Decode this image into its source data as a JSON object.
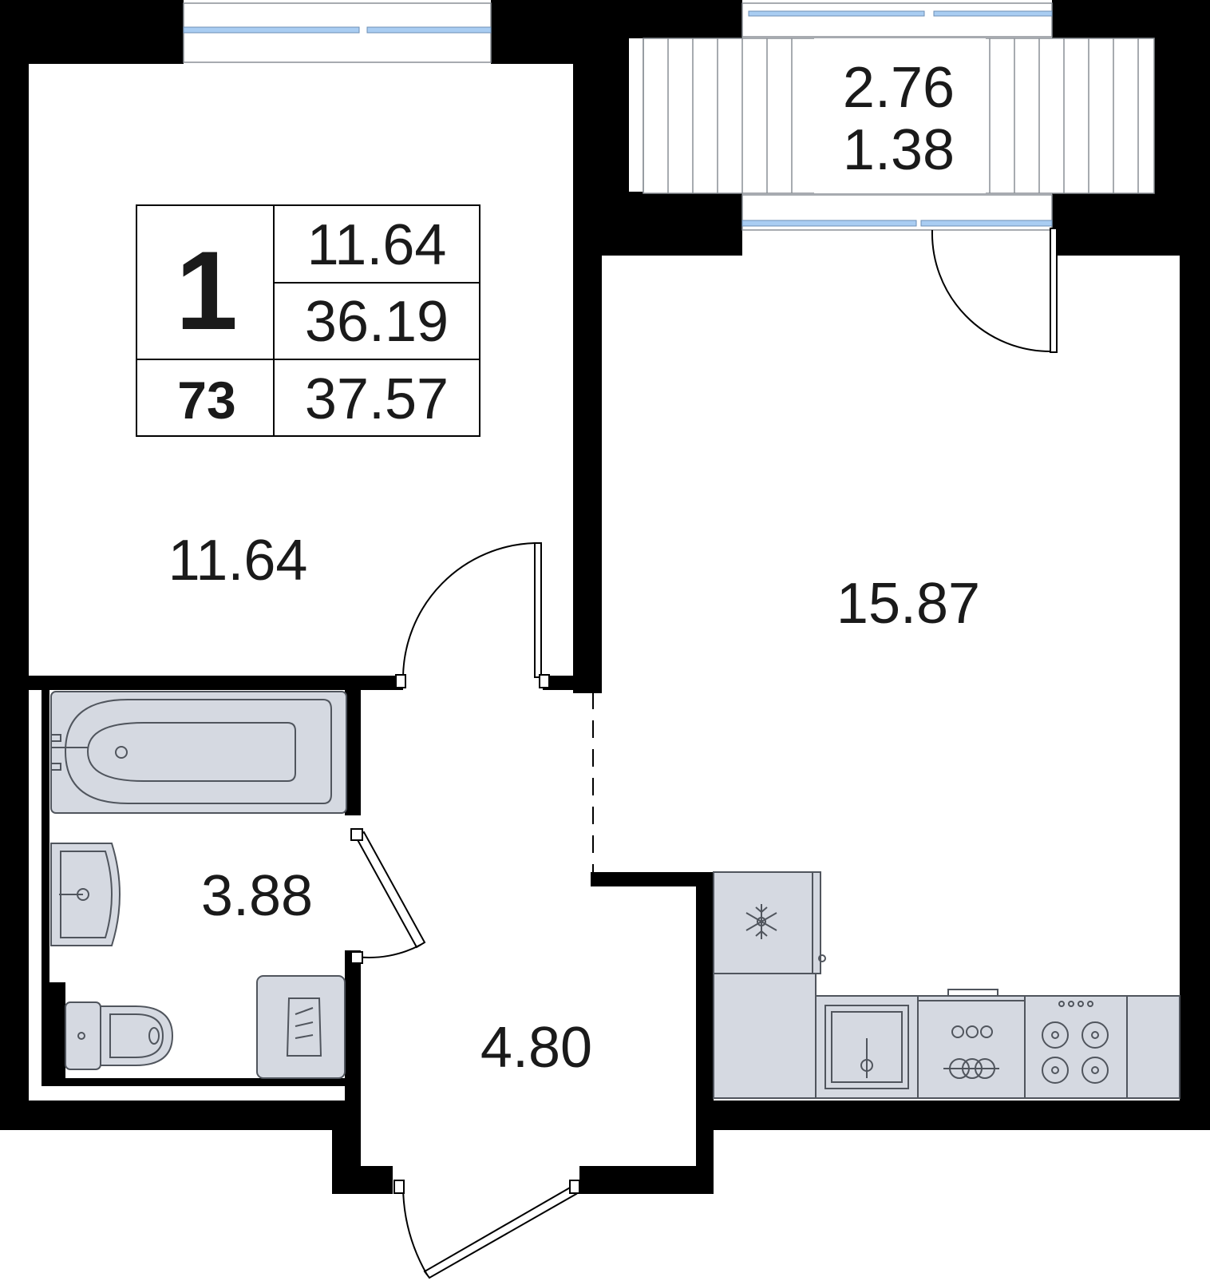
{
  "info_table": {
    "rooms_count": "1",
    "living_area": "11.64",
    "total_area": "36.19",
    "apartment_number": "73",
    "area_with_balcony": "37.57"
  },
  "rooms": {
    "bedroom_area": "11.64",
    "kitchen_living_area": "15.87",
    "bathroom_area": "3.88",
    "hallway_area": "4.80",
    "balcony_area_full": "2.76",
    "balcony_area_reduced": "1.38"
  },
  "colors": {
    "wall": "#000000",
    "fixture_fill": "#d5d9e1",
    "window_glass": "#a9cdf2",
    "text": "#1a1a1a"
  },
  "icons": [
    "snowflake-icon",
    "window",
    "door-swing",
    "bathtub",
    "sink",
    "toilet",
    "washing-machine",
    "stove",
    "oven"
  ]
}
